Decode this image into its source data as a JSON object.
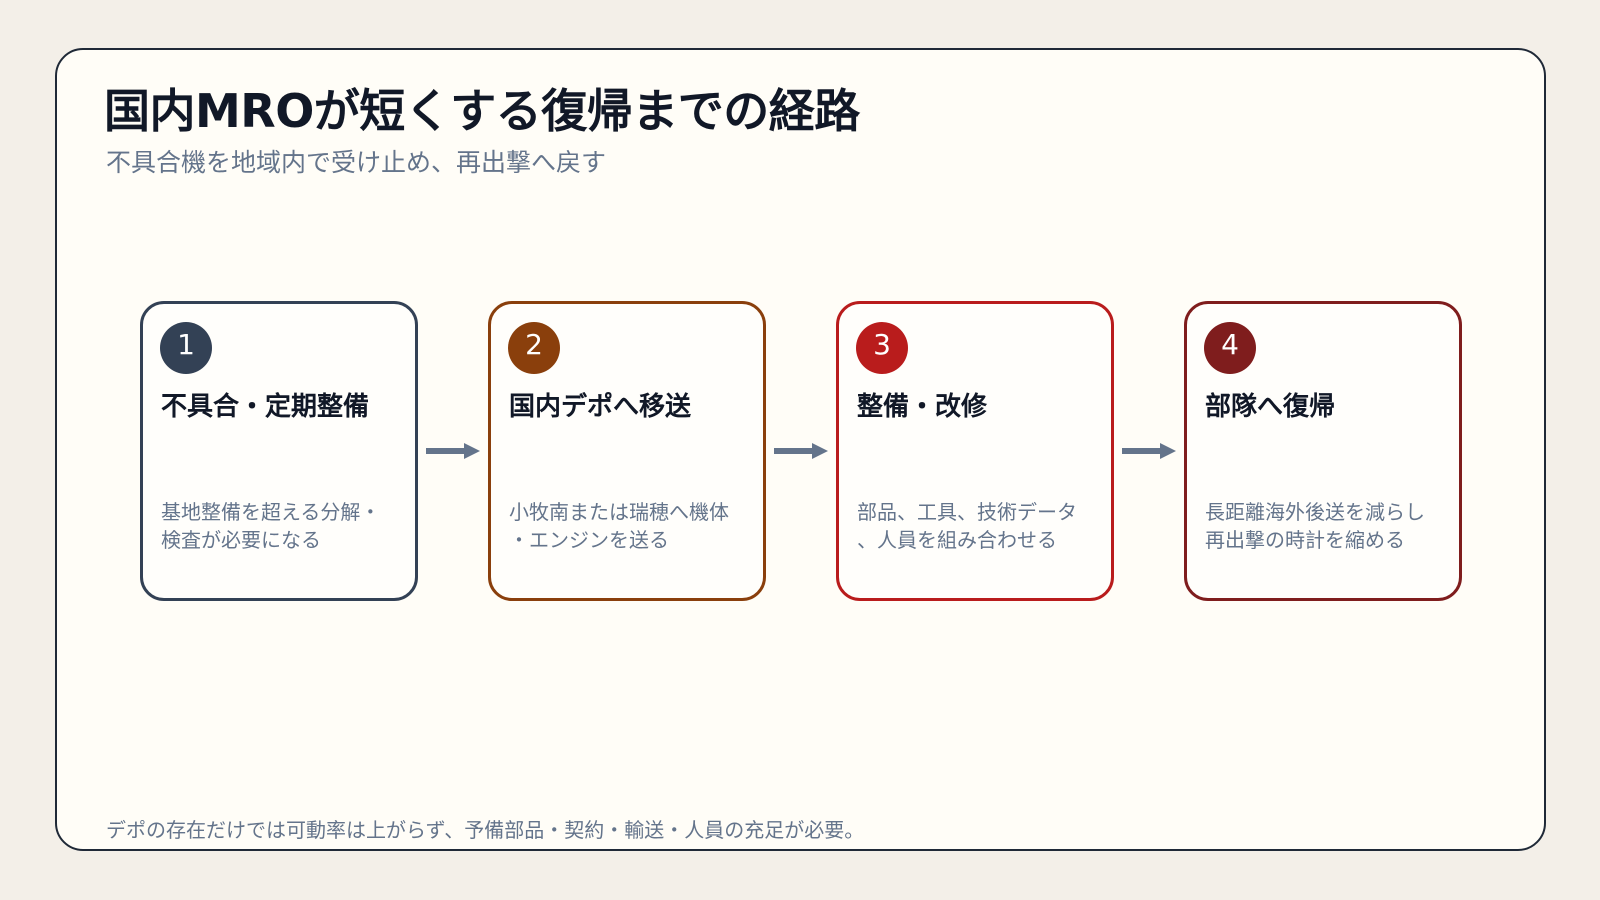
{
  "title": "国内MROが短くする復帰までの経路",
  "subtitle": "不具合機を地域内で受け止め、再出撃へ戻す",
  "steps": [
    {
      "number": "1",
      "title": "不具合・定期整備",
      "desc_line_1": "基地整備を超える分解・",
      "desc_line_2": "検査が必要になる",
      "color": "#334155"
    },
    {
      "number": "2",
      "title": "国内デポへ移送",
      "desc_line_1": "小牧南または瑞穂へ機体",
      "desc_line_2": "・エンジンを送る",
      "color": "#8a3f0c"
    },
    {
      "number": "3",
      "title": "整備・改修",
      "desc_line_1": "部品、工具、技術データ",
      "desc_line_2": "、人員を組み合わせる",
      "color": "#b91c1c"
    },
    {
      "number": "4",
      "title": "部隊へ復帰",
      "desc_line_1": "長距離海外後送を減らし",
      "desc_line_2": "再出撃の時計を縮める",
      "color": "#7f1d1d"
    }
  ],
  "arrows": [
    {
      "icon": "right-arrow-icon"
    },
    {
      "icon": "right-arrow-icon"
    },
    {
      "icon": "right-arrow-icon"
    }
  ],
  "footer": "デポの存在だけでは可動率は上がらず、予備部品・契約・輸送・人員の充足が必要。"
}
